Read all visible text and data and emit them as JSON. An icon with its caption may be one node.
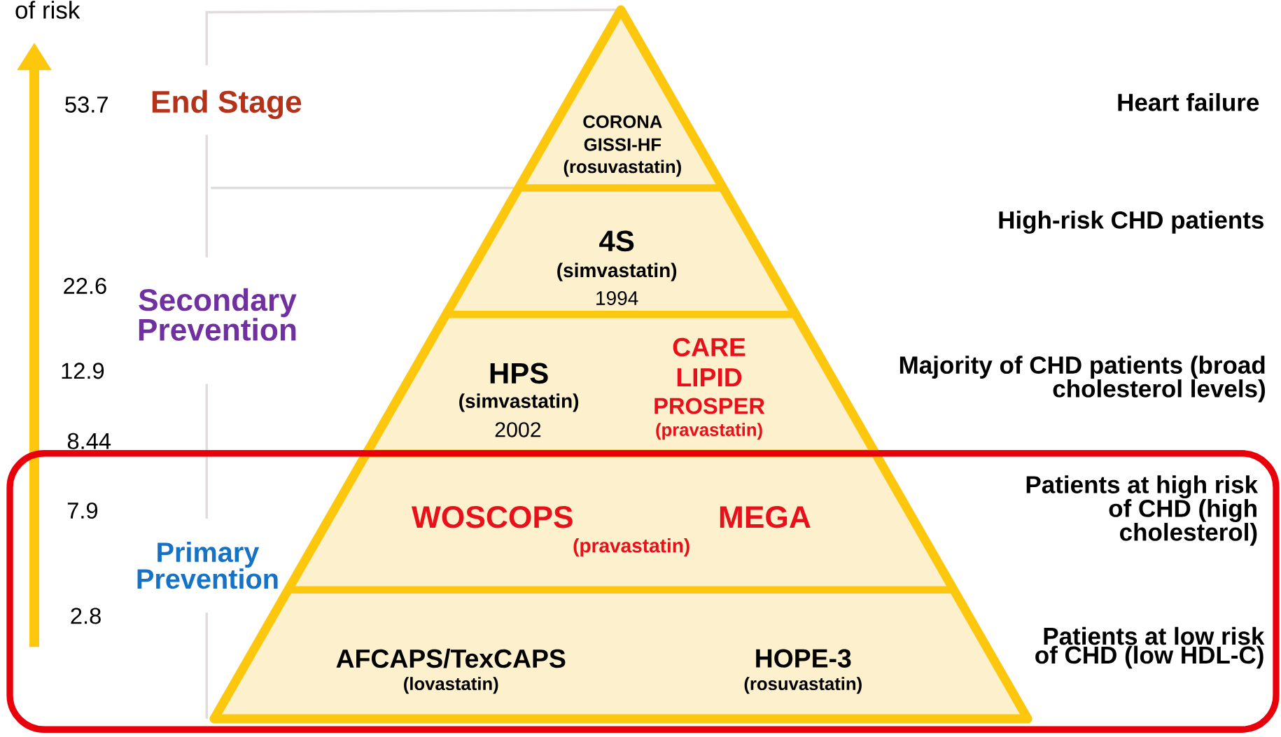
{
  "diagram": {
    "nodes": [
      {
        "text": [
          "CORONA",
          "GISSI-HF",
          "(rosuvastatin)"
        ]
      },
      {
        "text": [
          "4S",
          "(simvastatin)",
          "1994"
        ]
      },
      {
        "text": [
          "HPS",
          "(simvastatin)",
          "2002",
          "CARE",
          "LIPID",
          "PROSPER",
          "(pravastatin)"
        ]
      },
      {
        "text": [
          "WOSCOPS",
          "MEGA",
          "(pravastatin)"
        ]
      },
      {
        "text": [
          "AFCAPS/TexCAPS",
          "(lovastatin)",
          "HOPE-3",
          "(rosuvastatin)"
        ]
      }
    ],
    "labels": [
      "of risk",
      "53.7",
      "End Stage",
      "Heart failure",
      "High-risk CHD patients",
      "22.6",
      "Secondary Prevention",
      "12.9",
      "Majority of CHD patients (broad cholesterol levels)",
      "8.44",
      "Patients at high risk of CHD (high cholesterol)",
      "7.9",
      "Primary Prevention",
      "2.8",
      "Patients at low risk of CHD (low HDL-C)"
    ]
  }
}
